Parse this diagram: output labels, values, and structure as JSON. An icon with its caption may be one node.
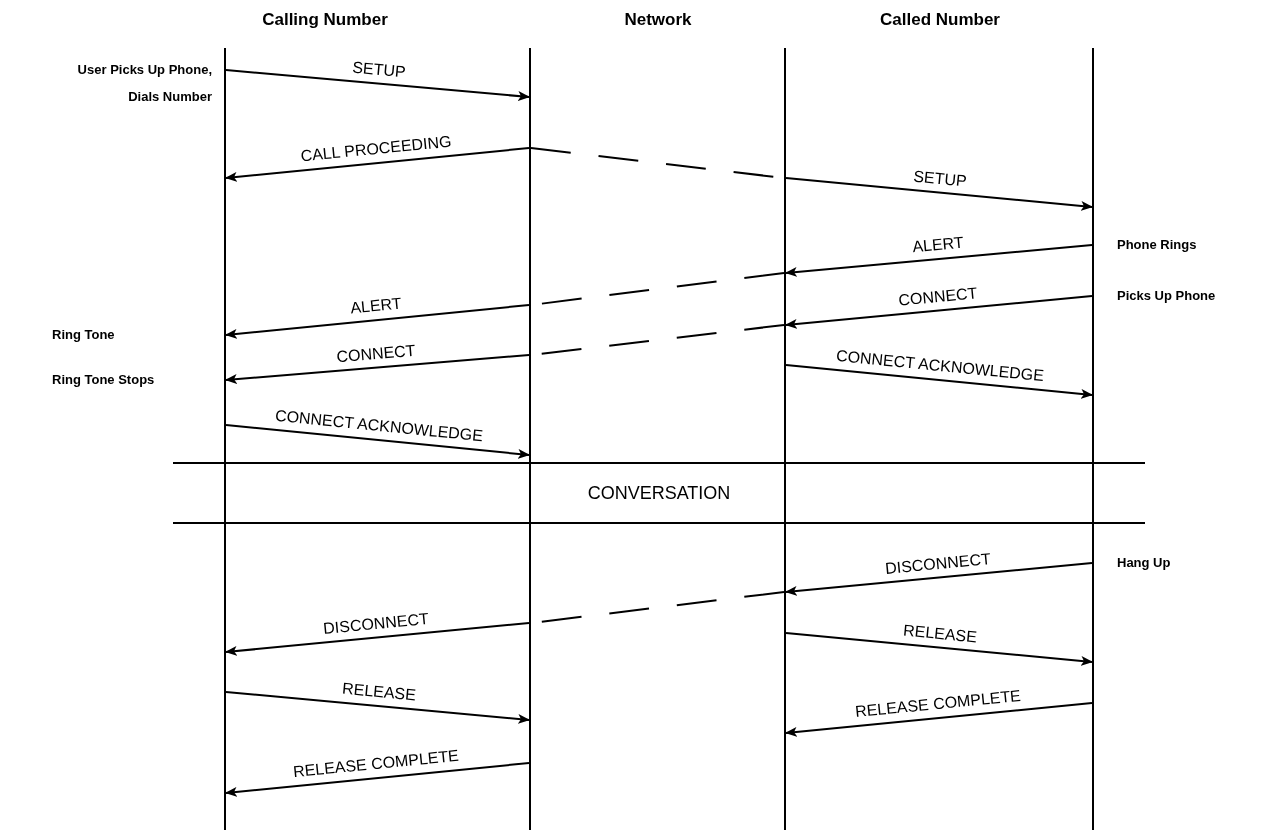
{
  "diagram": {
    "nodes": [
      {
        "text": [],
        "shape": "bar"
      },
      {
        "text": [],
        "shape": "bar"
      },
      {
        "text": [],
        "shape": "bar"
      },
      {
        "text": [],
        "shape": "bar"
      },
      {
        "text": [
          "CONVERSATION"
        ]
      }
    ],
    "edges": [
      {
        "from": 0,
        "to": 1,
        "arrow": "to",
        "label": "SETUP"
      },
      {
        "from": 1,
        "to": 0,
        "arrow": "to",
        "label": "CALL PROCEEDING"
      },
      {
        "from": 1,
        "to": 2,
        "arrow": "none",
        "style": "dashed"
      },
      {
        "from": 2,
        "to": 3,
        "arrow": "to",
        "label": "SETUP"
      },
      {
        "from": 3,
        "to": 2,
        "arrow": "to",
        "label": "ALERT"
      },
      {
        "from": 2,
        "to": 1,
        "arrow": "none",
        "style": "dashed"
      },
      {
        "from": 3,
        "to": 2,
        "arrow": "to",
        "label": "CONNECT"
      },
      {
        "from": 1,
        "to": 0,
        "arrow": "to",
        "label": "ALERT"
      },
      {
        "from": 2,
        "to": 1,
        "arrow": "none",
        "style": "dashed"
      },
      {
        "from": 1,
        "to": 0,
        "arrow": "to",
        "label": "CONNECT"
      },
      {
        "from": 2,
        "to": 3,
        "arrow": "to",
        "label": "CONNECT ACKNOWLEDGE"
      },
      {
        "from": 0,
        "to": 1,
        "arrow": "to",
        "label": "CONNECT ACKNOWLEDGE"
      },
      {
        "from": 3,
        "to": 2,
        "arrow": "to",
        "label": "DISCONNECT"
      },
      {
        "from": 2,
        "to": 1,
        "arrow": "none",
        "style": "dashed"
      },
      {
        "from": 1,
        "to": 0,
        "arrow": "to",
        "label": "DISCONNECT"
      },
      {
        "from": 2,
        "to": 3,
        "arrow": "to",
        "label": "RELEASE"
      },
      {
        "from": 0,
        "to": 1,
        "arrow": "to",
        "label": "RELEASE"
      },
      {
        "from": 3,
        "to": 2,
        "arrow": "to",
        "label": "RELEASE COMPLETE"
      },
      {
        "from": 1,
        "to": 0,
        "arrow": "to",
        "label": "RELEASE COMPLETE"
      }
    ],
    "labels": [
      "Calling Number",
      "Network",
      "Called Number",
      "User Picks Up Phone, Dials Number",
      "Phone Rings",
      "Picks Up Phone",
      "Ring Tone",
      "Ring Tone Stops",
      "Hang Up"
    ]
  }
}
